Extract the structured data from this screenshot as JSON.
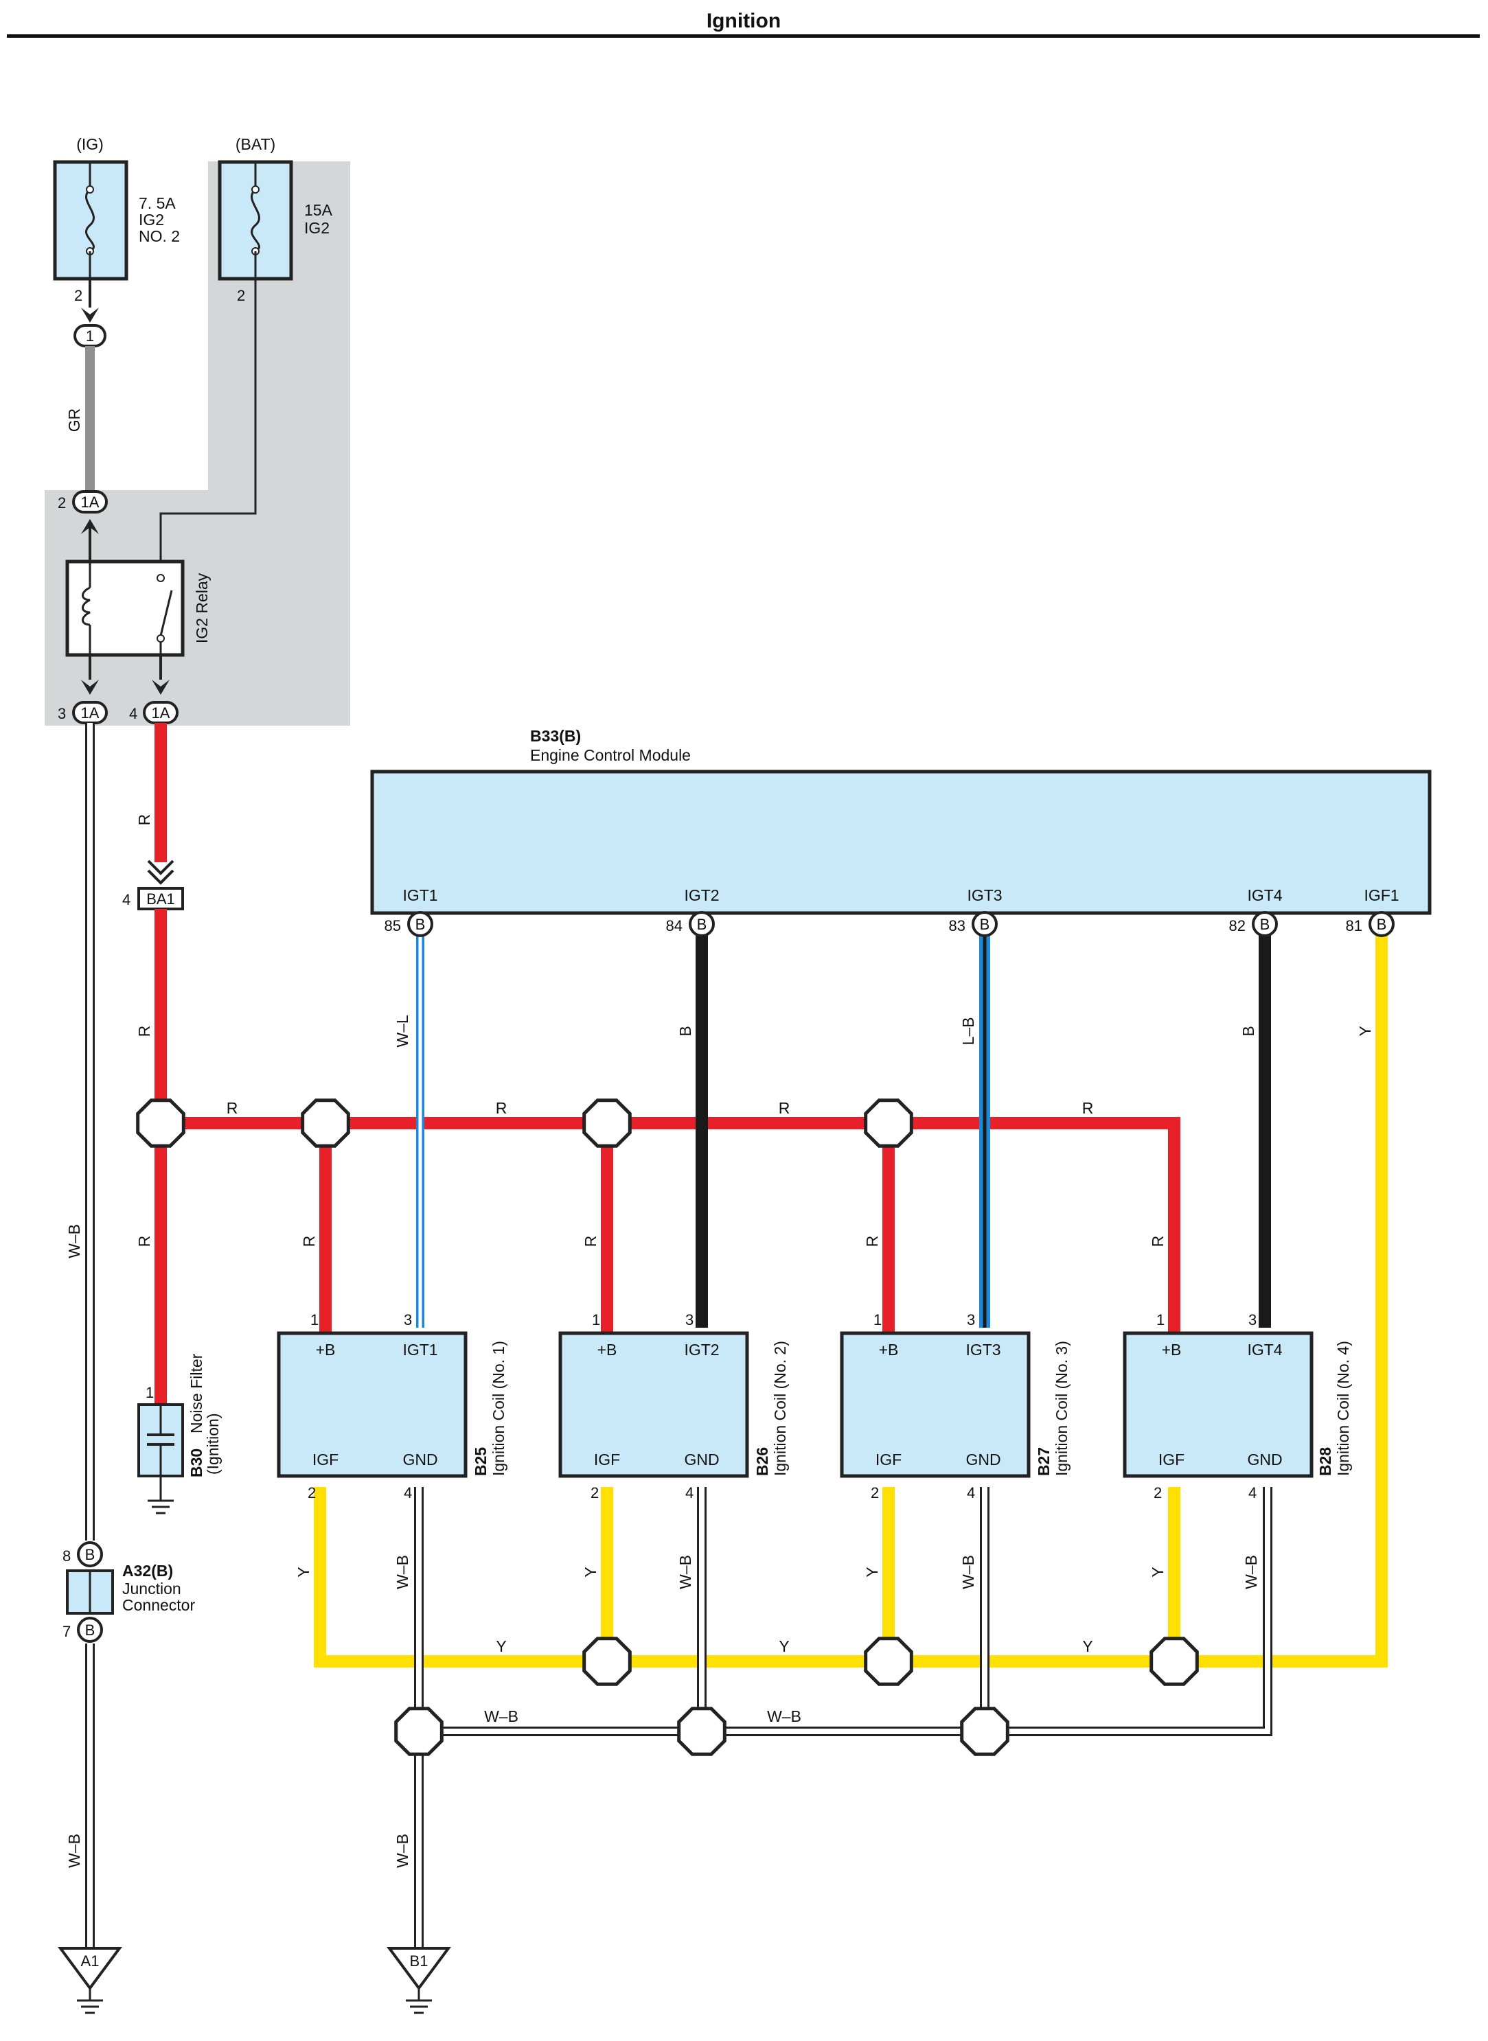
{
  "title": "Ignition",
  "colors": {
    "red": "#e8202a",
    "yellow": "#ffe000",
    "black": "#1a1a1a",
    "gray": "#8f8f8f",
    "light_blue": "#c9e9f8",
    "blue": "#1e88d8",
    "shade": "#d5d6d8"
  },
  "fuses": [
    {
      "source": "(IG)",
      "rating": "7. 5A",
      "name1": "IG2",
      "name2": "NO. 2",
      "pin": "2"
    },
    {
      "source": "(BAT)",
      "rating": "15A",
      "name1": "IG2",
      "name2": "",
      "pin": "2"
    }
  ],
  "relay": {
    "label": "IG2 Relay",
    "conn_top": "1A",
    "pin_top": "2",
    "conn_left": "1A",
    "pin_left": "3",
    "conn_right": "1A",
    "pin_right": "4",
    "ic1": "1"
  },
  "wire_labels": {
    "gr": "GR",
    "r": "R",
    "wb": "W–B",
    "wl": "W–L",
    "b": "B",
    "lb": "L–B",
    "y": "Y"
  },
  "connector_ba1": {
    "pin": "4",
    "name": "BA1"
  },
  "ecm": {
    "id": "B33(B)",
    "name": "Engine Control Module",
    "terminals": [
      {
        "name": "IGT1",
        "pin": "85",
        "code": "B"
      },
      {
        "name": "IGT2",
        "pin": "84",
        "code": "B"
      },
      {
        "name": "IGT3",
        "pin": "83",
        "code": "B"
      },
      {
        "name": "IGT4",
        "pin": "82",
        "code": "B"
      },
      {
        "name": "IGF1",
        "pin": "81",
        "code": "B"
      }
    ]
  },
  "coils": [
    {
      "id": "B25",
      "name": "Ignition Coil (No. 1)",
      "plus_b": "+B",
      "igt": "IGT1",
      "igf": "IGF",
      "gnd": "GND",
      "pin1": "1",
      "pin3": "3",
      "pin2": "2",
      "pin4": "4"
    },
    {
      "id": "B26",
      "name": "Ignition Coil (No. 2)",
      "plus_b": "+B",
      "igt": "IGT2",
      "igf": "IGF",
      "gnd": "GND",
      "pin1": "1",
      "pin3": "3",
      "pin2": "2",
      "pin4": "4"
    },
    {
      "id": "B27",
      "name": "Ignition Coil (No. 3)",
      "plus_b": "+B",
      "igt": "IGT3",
      "igf": "IGF",
      "gnd": "GND",
      "pin1": "1",
      "pin3": "3",
      "pin2": "2",
      "pin4": "4"
    },
    {
      "id": "B28",
      "name": "Ignition Coil (No. 4)",
      "plus_b": "+B",
      "igt": "IGT4",
      "igf": "IGF",
      "gnd": "GND",
      "pin1": "1",
      "pin3": "3",
      "pin2": "2",
      "pin4": "4"
    }
  ],
  "noise_filter": {
    "id": "B30",
    "name1": "Noise Filter",
    "name2": "(Ignition)",
    "pin": "1"
  },
  "junction_connector": {
    "id": "A32(B)",
    "name1": "Junction",
    "name2": "Connector",
    "pin_top": "8",
    "pin_bottom": "7",
    "code": "B"
  },
  "grounds": [
    {
      "name": "A1"
    },
    {
      "name": "B1"
    }
  ]
}
